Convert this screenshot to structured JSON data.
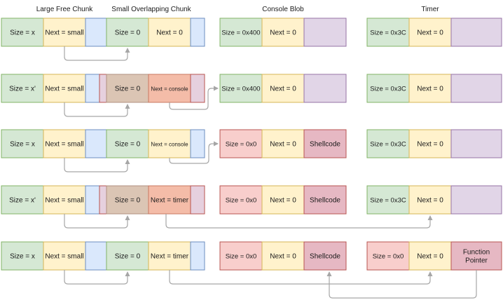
{
  "headers": [
    {
      "id": "large-free-chunk",
      "text": "Large Free Chunk"
    },
    {
      "id": "small-overlapping-chunk",
      "text": "Small Overlapping Chunk"
    },
    {
      "id": "console-blob",
      "text": "Console Blob"
    },
    {
      "id": "timer",
      "text": "Timer"
    }
  ],
  "colors": {
    "green": {
      "fill": "#d5e8d4",
      "stroke": "#82b366"
    },
    "yellow": {
      "fill": "#fff2cc",
      "stroke": "#d6b656"
    },
    "blue": {
      "fill": "#dae8fc",
      "stroke": "#6c8ebf"
    },
    "purple": {
      "fill": "#e1d5e7",
      "stroke": "#9673a6"
    },
    "red": {
      "fill": "#f8cecc",
      "stroke": "#b85450"
    },
    "darkred": {
      "fill": "#e6b8c3",
      "stroke": "#b85450"
    },
    "pink": {
      "fill": "#e6d0de",
      "stroke": "#b85450"
    },
    "ghostgreen": {
      "fill": "#dbc5b4",
      "stroke": "#b09080"
    },
    "ghostorange": {
      "fill": "#f4bca8",
      "stroke": "#c87860"
    },
    "arrow": "#a6a6a6"
  },
  "rows": [
    {
      "chunk": [
        "Size = x",
        "Next = small",
        "",
        "Size = 0",
        "Next = 0",
        ""
      ],
      "console": [
        "Size = 0x400",
        "Next = 0",
        ""
      ],
      "timer": [
        "Size = 0x3C",
        "Next = 0",
        ""
      ]
    },
    {
      "chunk": [
        "Size = x'",
        "Next = small",
        "",
        "",
        "Size = 0",
        "Next = console",
        ""
      ],
      "console": [
        "Size = 0x400",
        "Next = 0",
        ""
      ],
      "timer": [
        "Size = 0x3C",
        "Next = 0",
        ""
      ]
    },
    {
      "chunk": [
        "Size = x",
        "Next = small",
        "",
        "Size = 0",
        "Next = console",
        ""
      ],
      "console": [
        "Size = 0x0",
        "Next = 0",
        "Shellcode"
      ],
      "timer": [
        "Size = 0x3C",
        "Next = 0",
        ""
      ]
    },
    {
      "chunk": [
        "Size = x'",
        "Next = small",
        "",
        "",
        "Size = 0",
        "Next = timer",
        ""
      ],
      "console": [
        "Size = 0x0",
        "Next = 0",
        "Shellcode"
      ],
      "timer": [
        "Size = 0x3C",
        "Next = 0",
        ""
      ]
    },
    {
      "chunk": [
        "Size = x",
        "Next = small",
        "",
        "Size = 0",
        "Next = timer",
        ""
      ],
      "console": [
        "Size = 0x0",
        "Next = 0",
        "Shellcode"
      ],
      "timer": [
        "Size = 0x0",
        "Next = 0",
        "Function Pointer"
      ]
    }
  ]
}
